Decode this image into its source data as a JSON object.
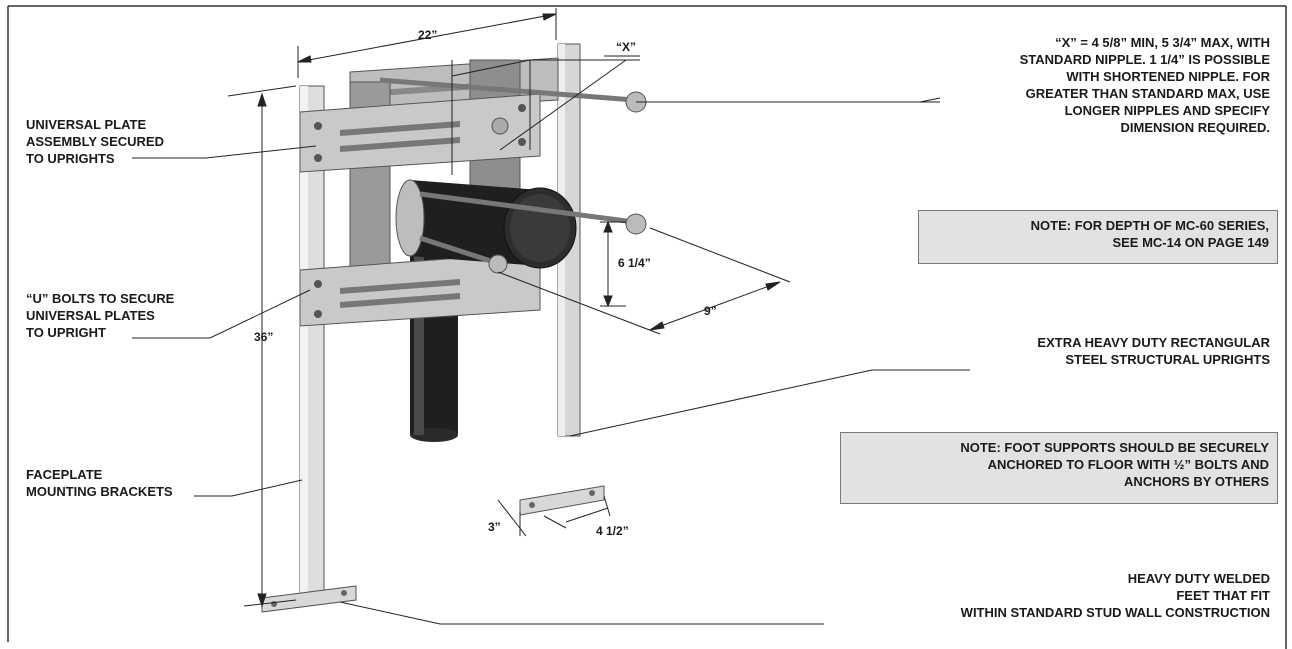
{
  "callouts": {
    "x_spec": [
      "“X” = 4 5/8” MIN, 5 3/4” MAX, WITH",
      "STANDARD NIPPLE. 1 1/4” IS POSSIBLE",
      "WITH SHORTENED NIPPLE. FOR",
      "GREATER THAN STANDARD MAX, USE",
      "LONGER NIPPLES AND SPECIFY",
      "DIMENSION REQUIRED."
    ],
    "universal_plate": [
      "UNIVERSAL PLATE",
      "ASSEMBLY SECURED",
      "TO UPRIGHTS"
    ],
    "u_bolts": [
      "“U” BOLTS TO SECURE",
      "UNIVERSAL PLATES",
      "TO UPRIGHT"
    ],
    "faceplate": [
      "FACEPLATE",
      "MOUNTING BRACKETS"
    ],
    "uprights": [
      "EXTRA HEAVY DUTY RECTANGULAR",
      "STEEL STRUCTURAL UPRIGHTS"
    ],
    "feet": [
      "HEAVY DUTY WELDED",
      "FEET THAT FIT",
      "WITHIN STANDARD STUD WALL CONSTRUCTION"
    ]
  },
  "notes": {
    "depth": [
      "NOTE: FOR DEPTH OF MC-60 SERIES,",
      "SEE MC-14 ON PAGE 149"
    ],
    "foot_supports": [
      "NOTE: FOOT SUPPORTS SHOULD BE SECURELY",
      "ANCHORED TO FLOOR WITH ½” BOLTS AND",
      "ANCHORS BY OTHERS"
    ]
  },
  "dimensions": {
    "width": "22”",
    "x": "“X”",
    "height": "36”",
    "rise": "6 1/4”",
    "depth": "9”",
    "foot_width": "3”",
    "foot_length": "4 1/2”"
  }
}
